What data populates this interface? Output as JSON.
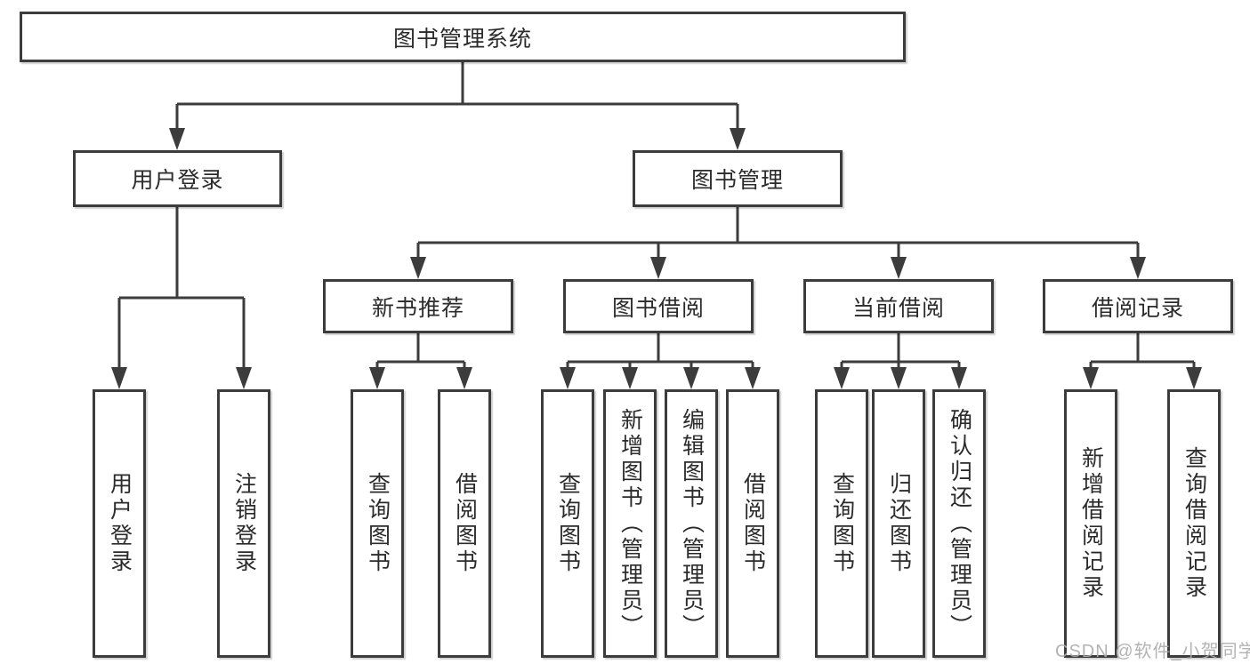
{
  "diagram": {
    "root": {
      "label": "图书管理系统"
    },
    "branches": [
      {
        "label": "用户登录",
        "children": [
          {
            "label": "用户登录"
          },
          {
            "label": "注销登录"
          }
        ]
      },
      {
        "label": "图书管理",
        "children": [
          {
            "label": "新书推荐",
            "children": [
              {
                "label": "查询图书"
              },
              {
                "label": "借阅图书"
              }
            ]
          },
          {
            "label": "图书借阅",
            "children": [
              {
                "label": "查询图书"
              },
              {
                "label": "新增图书（管理员）"
              },
              {
                "label": "编辑图书（管理员）"
              },
              {
                "label": "借阅图书"
              }
            ]
          },
          {
            "label": "当前借阅",
            "children": [
              {
                "label": "查询图书"
              },
              {
                "label": "归还图书"
              },
              {
                "label": "确认归还（管理员）"
              }
            ]
          },
          {
            "label": "借阅记录",
            "children": [
              {
                "label": "新增借阅记录"
              },
              {
                "label": "查询借阅记录"
              }
            ]
          }
        ]
      }
    ],
    "watermark": "CSDN @软件_小贺同学",
    "colors": {
      "line": "#3c3c3c",
      "text": "#2b2b2b",
      "background": "#ffffff",
      "watermark": "#ababab"
    }
  }
}
